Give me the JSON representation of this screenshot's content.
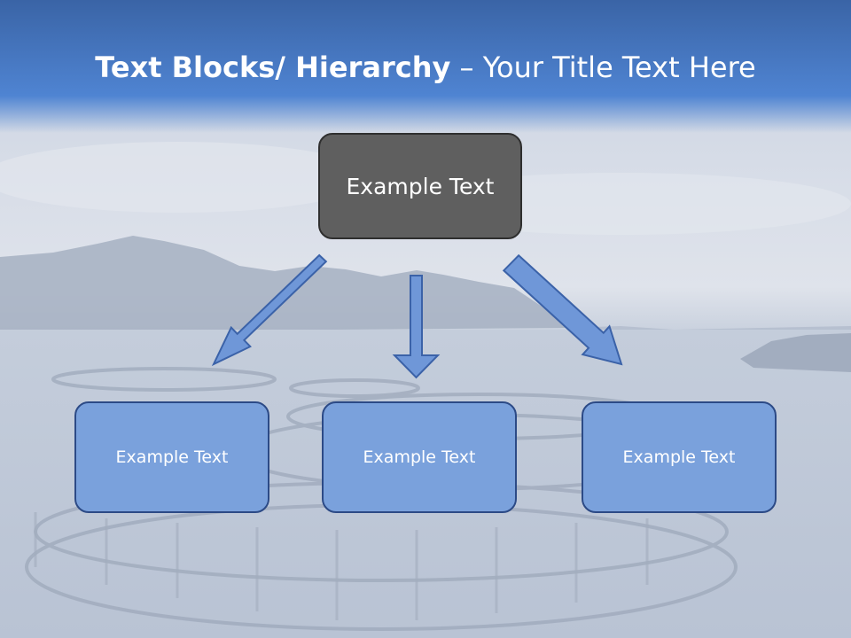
{
  "title": {
    "bold_part": "Text Blocks/ Hierarchy",
    "separator": " – ",
    "regular_part": "Your Title Text Here"
  },
  "hierarchy": {
    "root": {
      "label": "Example Text"
    },
    "children": [
      {
        "label": "Example Text"
      },
      {
        "label": "Example Text"
      },
      {
        "label": "Example Text"
      }
    ]
  },
  "colors": {
    "title_bar": "#4a7cc6",
    "root_fill": "#5f5f5f",
    "child_fill": "#7aa1dc",
    "child_border": "#2c4a86",
    "arrow_fill": "#6f97d8",
    "arrow_stroke": "#3b62a8"
  }
}
